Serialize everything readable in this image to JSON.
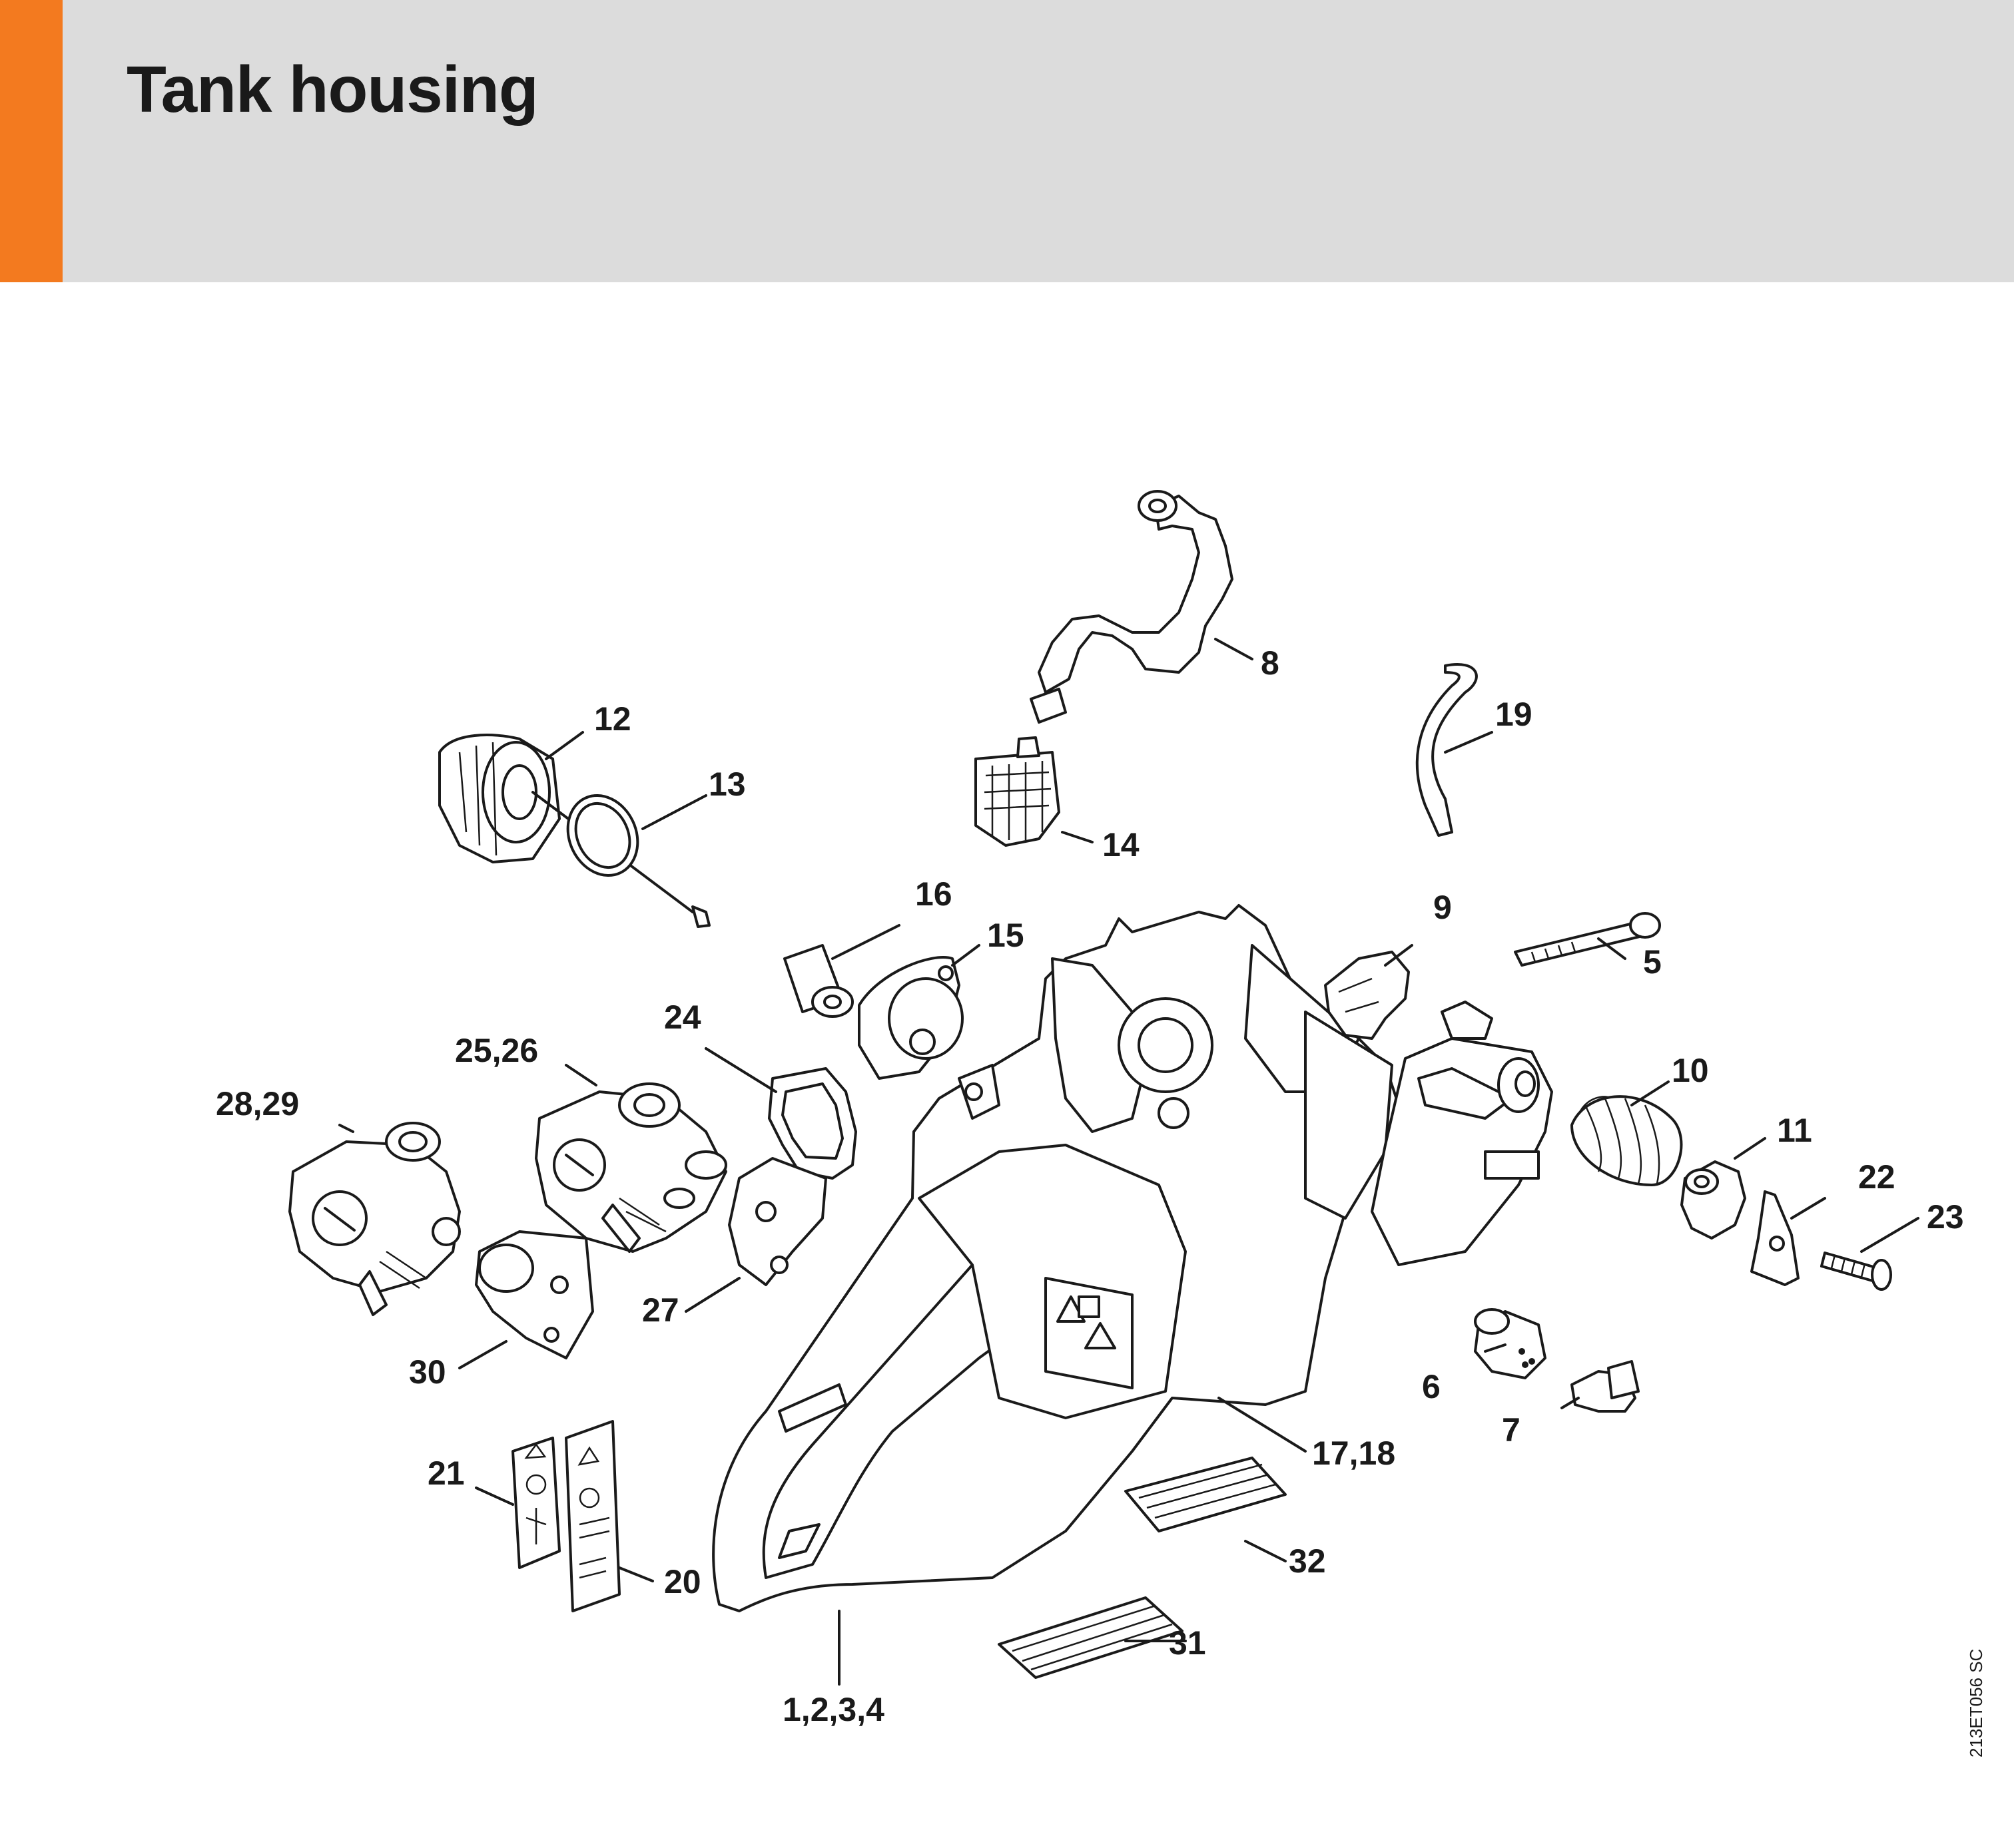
{
  "page": {
    "title": "Tank housing",
    "ref_code": "213ET056 SC"
  },
  "colors": {
    "accent": "#f37a1f",
    "header_bg": "#dcdcdc",
    "ink": "#1a1a1a"
  },
  "callouts": {
    "c1234": "1,2,3,4",
    "c5": "5",
    "c6": "6",
    "c7": "7",
    "c8": "8",
    "c9": "9",
    "c10": "10",
    "c11": "11",
    "c12": "12",
    "c13": "13",
    "c14": "14",
    "c15": "15",
    "c16": "16",
    "c1718": "17,18",
    "c19": "19",
    "c20": "20",
    "c21": "21",
    "c22": "22",
    "c23": "23",
    "c24": "24",
    "c2526": "25,26",
    "c27": "27",
    "c2829": "28,29",
    "c30": "30",
    "c31": "31",
    "c32": "32"
  }
}
